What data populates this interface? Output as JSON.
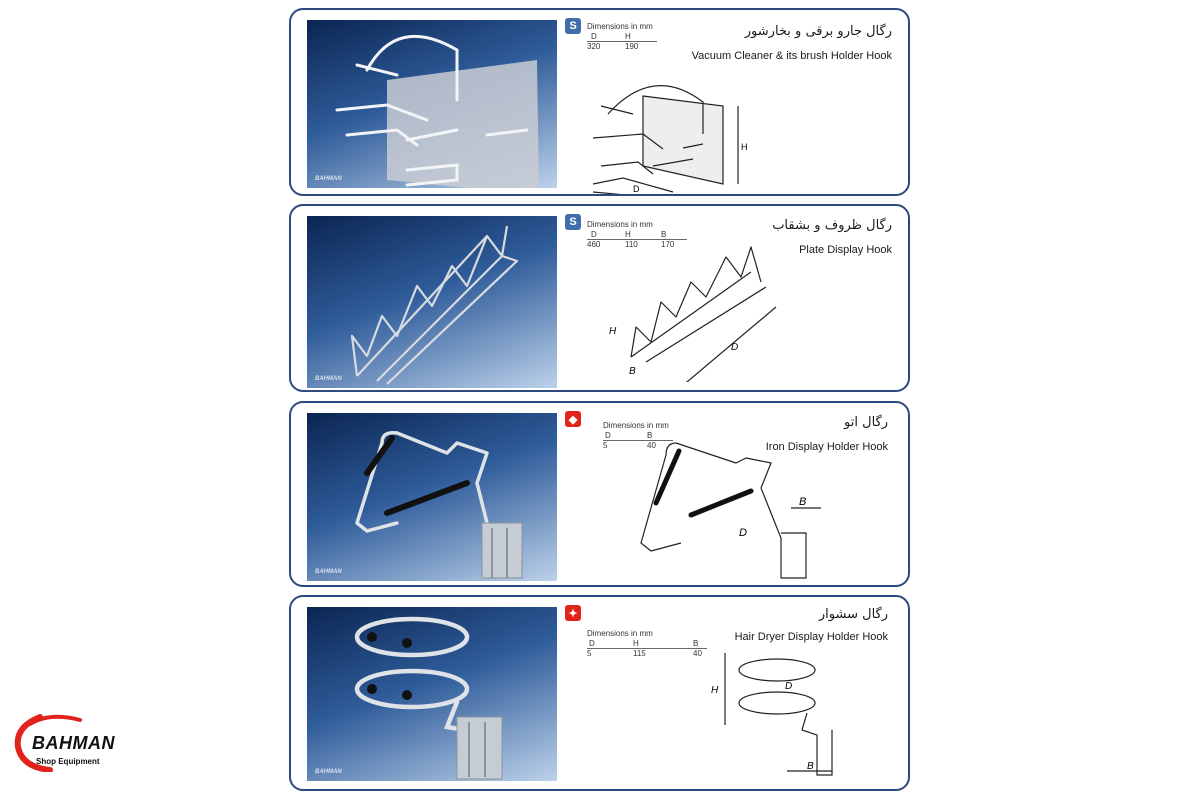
{
  "brand": {
    "name": "BAHMAN",
    "tagline": "Shop Equipment",
    "accent_color": "#e0241b"
  },
  "dimensions_header": "Dimensions in mm",
  "products": [
    {
      "title_fa": "رگال جارو برقی و بخارشور",
      "title_en": "Vacuum Cleaner & its brush Holder Hook",
      "badge_icon": "s-letter-icon",
      "badge_color": "#3f6ea8",
      "dim_keys": [
        "D",
        "H"
      ],
      "dim_values": [
        "320",
        "190"
      ],
      "diagram_labels": [
        "H",
        "D"
      ]
    },
    {
      "title_fa": "رگال ظروف و بشقاب",
      "title_en": "Plate Display Hook",
      "badge_icon": "s-letter-icon",
      "badge_color": "#3f6ea8",
      "dim_keys": [
        "D",
        "H",
        "B"
      ],
      "dim_values": [
        "460",
        "110",
        "170"
      ],
      "diagram_labels": [
        "H",
        "B",
        "D"
      ]
    },
    {
      "title_fa": "رگال اتو",
      "title_en": "Iron Display Holder Hook",
      "badge_icon": "iron-icon",
      "badge_color": "#e0241b",
      "dim_keys": [
        "D",
        "B"
      ],
      "dim_values": [
        "5",
        "40"
      ],
      "diagram_labels": [
        "B",
        "D"
      ]
    },
    {
      "title_fa": "رگال سشوار",
      "title_en": "Hair Dryer Display Holder Hook",
      "badge_icon": "hair-dryer-icon",
      "badge_color": "#e0241b",
      "dim_keys": [
        "D",
        "H",
        "B"
      ],
      "dim_values": [
        "5",
        "115",
        "40"
      ],
      "diagram_labels": [
        "H",
        "D",
        "B"
      ]
    }
  ]
}
